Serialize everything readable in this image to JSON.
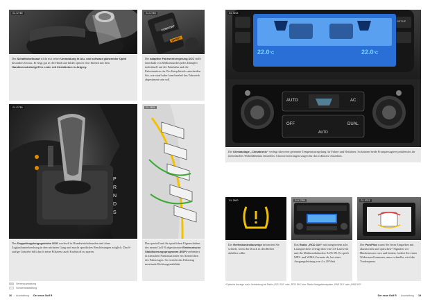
{
  "photos": {
    "gearknob": {
      "code": "GLI 2780"
    },
    "dcc": {
      "code": "GLI 2783",
      "button_top": "COMFORT",
      "button_mid": "SPORT"
    },
    "dsg": {
      "code": "GLI 2780"
    },
    "esp": {
      "code": "GL 2481"
    },
    "climate": {
      "code": "GL 3404",
      "temp_left": "22.0",
      "temp_right": "22.0",
      "temp_unit": "°C",
      "setup": "SETUP",
      "btn_auto": "AUTO",
      "btn_ac": "AC",
      "btn_off": "OFF",
      "btn_dual": "DUAL",
      "btn_auto2": "AUTO"
    },
    "tyre": {
      "code": "GL 2600"
    },
    "radio": {
      "code": "GLI 2780"
    },
    "parkpilot": {
      "code": "GL 2021"
    }
  },
  "captions": {
    "gearknob": [
      {
        "text": "Der ",
        "bold": false
      },
      {
        "text": "Schalthebelknauf",
        "bold": true
      },
      {
        "text": " sticht mit seiner ",
        "bold": false
      },
      {
        "text": "Umrandung in Alu- und schwarz glänzender Optik",
        "bold": true
      },
      {
        "text": " besonders heraus. Er liegt gut in der Hand und bildet optisch eine Einheit mit dem ",
        "bold": false
      },
      {
        "text": "Handbremshebelgriff in Leder mit Zierblöcken in Artgrey.",
        "bold": true
      }
    ],
    "dcc": [
      {
        "text": "Die ",
        "bold": false
      },
      {
        "text": "adaptive Fahrwerksregelung DCC",
        "bold": true
      },
      {
        "text": " stellt innerhalb von Millisekunden jedes Dämpfer individuell auf die Fahrbahn und die Fahrsituation ein. Per Knopfdruck entscheiden Sie, wie straff oder komfortabel das Fahrwerk abgestimmt sein soll.",
        "bold": false
      }
    ],
    "dsg": [
      {
        "text": "Das ",
        "bold": false
      },
      {
        "text": "Doppelkupplungsgetriebe DSG",
        "bold": true
      },
      {
        "text": " wechselt in Hundertstelsekunden und ohne Zugkraftunterbrechung in den nächsten Gang und macht sportliches Beschleunigen möglich. Das 6-stufige Getriebe hilft durch seine Effizienz auch Kraftstoff zu sparen.",
        "bold": false
      }
    ],
    "esp": [
      {
        "text": "Das speziell auf die sportlichen Eigenschaften des neuen Golf R abgestimmte ",
        "bold": false
      },
      {
        "text": "Elektronische Stabilisierungsprogramm (ESP)",
        "bold": true
      },
      {
        "text": " verhindert in kritischen Fahrsituationen ein Ausbrechen des Fahrzeuges. So erreicht das Fahrzeug maximale Richtungsstabilität.",
        "bold": false
      }
    ],
    "climate": [
      {
        "text": "Die ",
        "bold": false
      },
      {
        "text": "Klimaanlage „Climatronic“",
        "bold": true
      },
      {
        "text": " verfügt über eine getrennte Temperaturregelung für Fahrer und Beifahrer. So können beide Frontpassagiere problemlos ihr individuelles Wohlfühlklima einstellen. Chromverzierungen sorgen für das exklusive Aussehen.",
        "bold": false
      }
    ],
    "tyre": [
      {
        "text": "Die ",
        "bold": false
      },
      {
        "text": "Reifenkontrollanzeige",
        "bold": true
      },
      {
        "text": " informiert Sie schnell, wenn der Druck in den Reifen abfallen sollte.",
        "bold": false
      }
    ],
    "radio": [
      {
        "text": "Das ",
        "bold": false
      },
      {
        "text": "Radio „RCD 310“",
        "bold": true
      },
      {
        "text": " mit integriertem acht Lautsprechern verfügt über ein CD-Laufwerk und die Multimediabuchse AUX-IN. Es spielt MP3- und WMA-Formate ab, bei einer Ausgangsleistung von 4 x 20 Watt.",
        "bold": false
      }
    ],
    "parkpilot": [
      {
        "text": "Der ",
        "bold": false
      },
      {
        "text": "ParkPilot",
        "bold": true
      },
      {
        "text": " warnt Sie beim Einparken mit akustischen und optischen* Signalen vor Hindernissen vorn und hinten; fordert Sie einen Widerstand kommen, umso schneller wird die Tonfrequenz.",
        "bold": false
      }
    ]
  },
  "legend": {
    "serial": "Serienausstattung",
    "sonder": "Sonderausstattung",
    "serial_color": "#d0d0d0",
    "sonder_color": "#efefef"
  },
  "footnote": "*Optische Anzeige nur in Verbindung mit Radio „RCD 310“ oder „RCD 510“ bzw. Radio-Navigationssystem „RNS 310“ oder „RNS 510“.",
  "footer_left": {
    "page": "16",
    "section": "Ausstattung",
    "brand": "Der neue Golf R"
  },
  "footer_right": {
    "page": "19",
    "section": "Ausstattung",
    "brand": "Der neue Golf R"
  },
  "colors": {
    "panel_gray": "#e9e9e9",
    "warning_amber": "#f2c200",
    "lcd_blue": "#2a6fd6",
    "lcd_cyan": "#79d3ff",
    "button_orange": "#e08a00"
  }
}
